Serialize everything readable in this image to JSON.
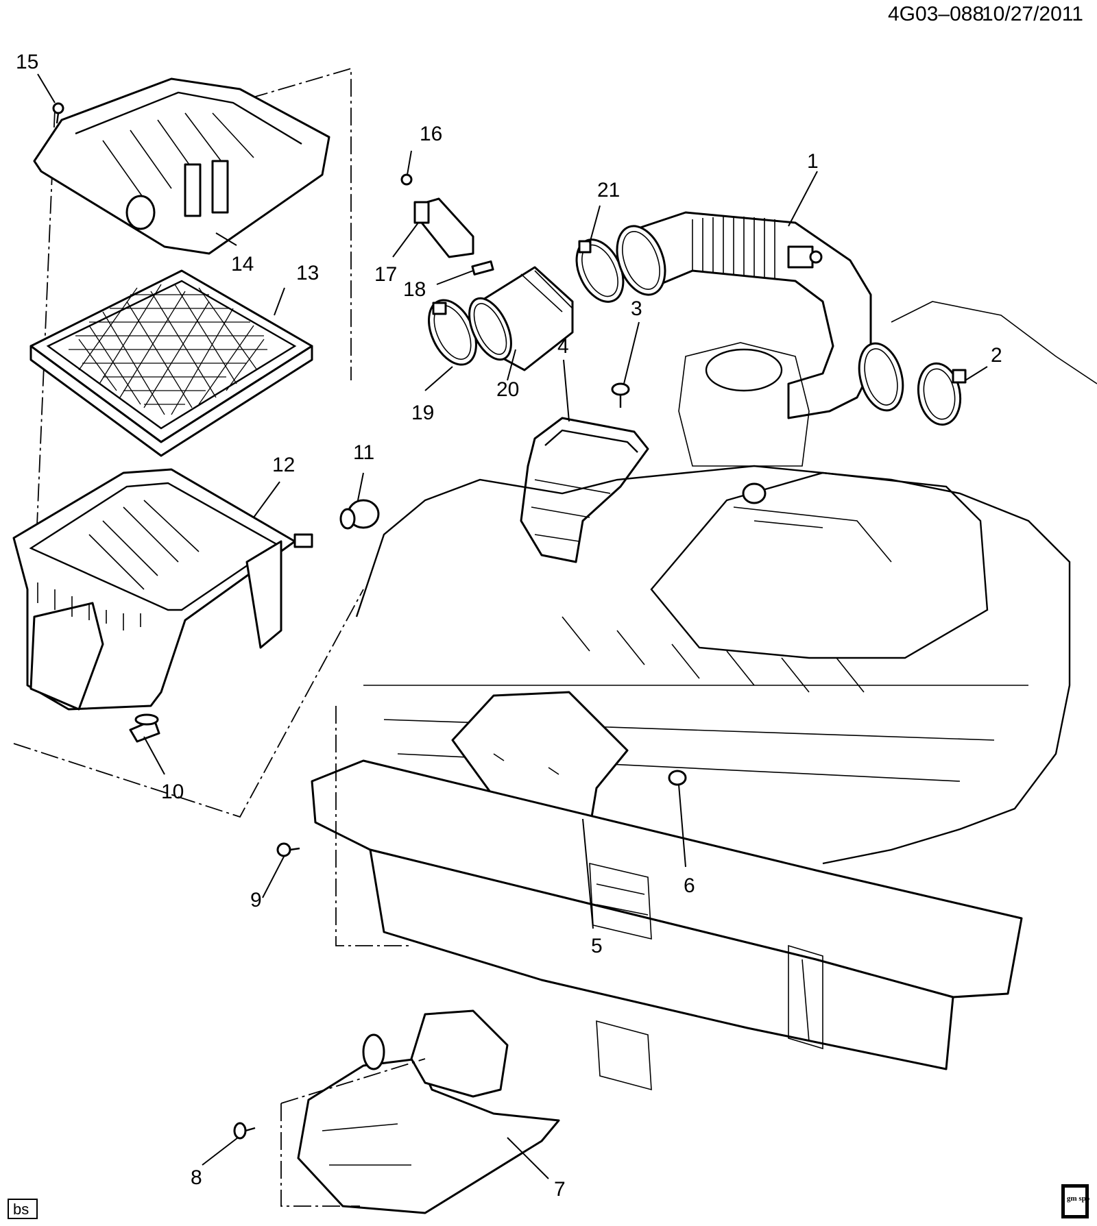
{
  "header": {
    "diagram_code": "4G03–088",
    "date": "10/27/2011"
  },
  "footer": {
    "badge": "bs",
    "logo_text": "gm spo"
  },
  "callouts": [
    "1",
    "2",
    "3",
    "4",
    "5",
    "6",
    "7",
    "8",
    "9",
    "10",
    "11",
    "12",
    "13",
    "14",
    "15",
    "16",
    "17",
    "18",
    "19",
    "20",
    "21"
  ]
}
